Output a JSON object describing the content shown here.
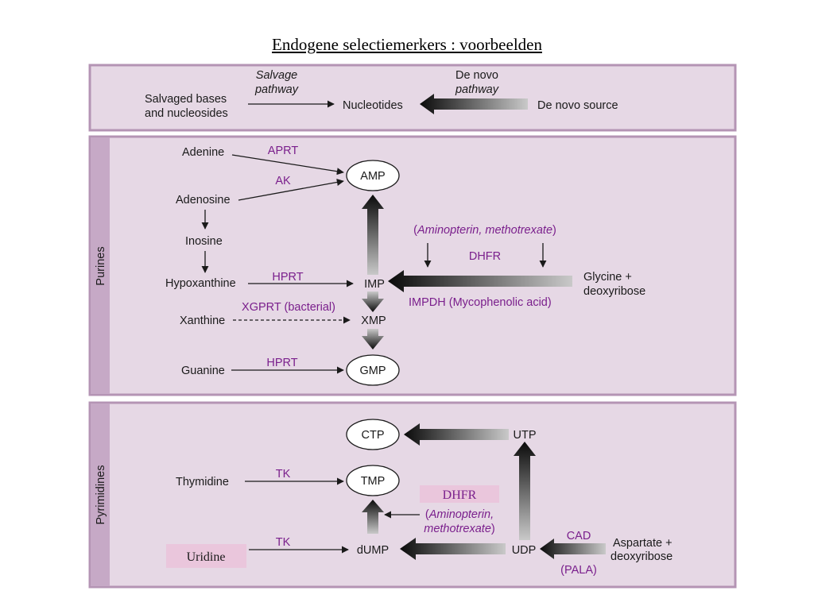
{
  "title": "Endogene selectiemerkers  :  voorbeelden",
  "colors": {
    "panel_fill": "#e6d8e5",
    "panel_border": "#b494b4",
    "enzyme_text": "#7a1f8c",
    "highlight_box": "#eac6dc"
  },
  "top_panel": {
    "salvage_source_line1": "Salvaged bases",
    "salvage_source_line2": "and nucleosides",
    "salvage_pathway_line1": "Salvage",
    "salvage_pathway_line2": "pathway",
    "nucleotides": "Nucleotides",
    "denovo_pathway_line1": "De novo",
    "denovo_pathway_line2": "pathway",
    "denovo_source": "De novo source"
  },
  "purines": {
    "side_label": "Purines",
    "adenine": "Adenine",
    "aprt": "APRT",
    "amp": "AMP",
    "ak": "AK",
    "adenosine": "Adenosine",
    "inosine": "Inosine",
    "hypoxanthine": "Hypoxanthine",
    "hprt1": "HPRT",
    "imp": "IMP",
    "inhibitor_open": "(",
    "inhibitor": "Aminopterin, methotrexate",
    "inhibitor_close": ")",
    "dhfr": "DHFR",
    "glycine_line1": "Glycine +",
    "glycine_line2": "deoxyribose",
    "xgprt": "XGPRT (bacterial)",
    "xanthine": "Xanthine",
    "xmp": "XMP",
    "impdh": "IMPDH (Mycophenolic acid)",
    "guanine": "Guanine",
    "hprt2": "HPRT",
    "gmp": "GMP"
  },
  "pyrimidines": {
    "side_label": "Pyrimidines",
    "ctp": "CTP",
    "utp": "UTP",
    "thymidine": "Thymidine",
    "tk1": "TK",
    "tmp": "TMP",
    "dhfr": "DHFR",
    "inhibitor_line1": "Aminopterin,",
    "inhibitor_line2": "methotrexate",
    "uridine": "Uridine",
    "tk2": "TK",
    "dump": "dUMP",
    "udp": "UDP",
    "cad": "CAD",
    "aspartate_line1": "Aspartate +",
    "aspartate_line2": "deoxyribose",
    "pala": "(PALA)"
  }
}
